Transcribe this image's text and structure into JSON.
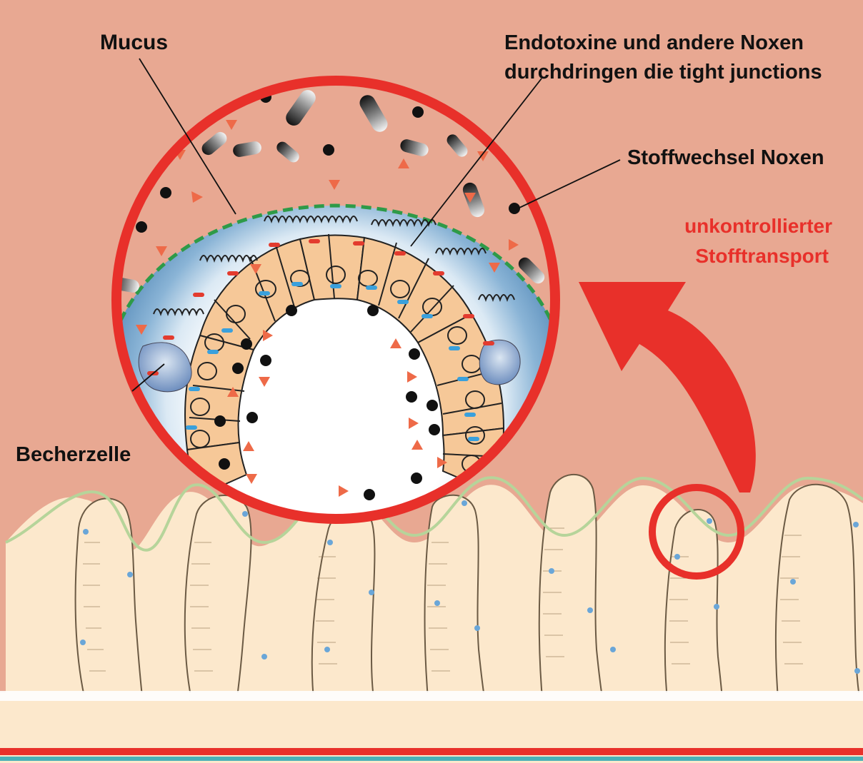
{
  "labels": {
    "mucus": "Mucus",
    "endotoxine_line1": "Endotoxine und andere Noxen",
    "endotoxine_line2": "durchdringen die tight junctions",
    "stoffwechsel": "Stoffwechsel Noxen",
    "unkontrolliert_line1": "unkontrollierter",
    "unkontrolliert_line2": "Stofftransport",
    "becherzelle": "Becherzelle"
  },
  "colors": {
    "background": "#e8a892",
    "tissue": "#fce8cc",
    "cell": "#f6c898",
    "cell_outline": "#222222",
    "magnifier_ring": "#e8302a",
    "mucus_blue": "#8ab4d6",
    "mucus_border": "#2e9a48",
    "tight_junction_intact": "#3aa0dc",
    "tight_junction_broken": "#e33b2e",
    "noxe_triangle": "#ee6a48",
    "noxe_dot": "#111111",
    "bottom_line_red": "#e8302a",
    "bottom_line_teal": "#4ab0b8",
    "alert_text": "#e8302a"
  }
}
